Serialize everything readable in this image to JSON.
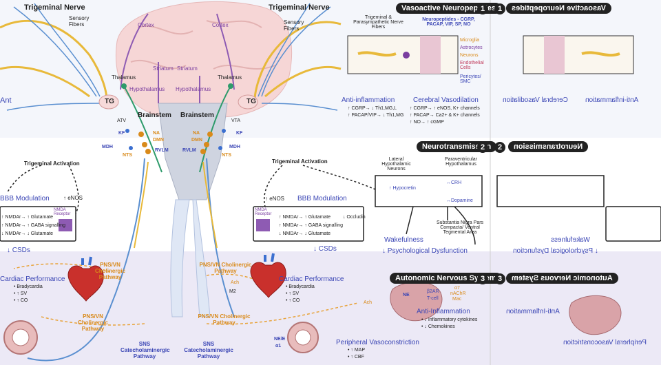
{
  "title_trigeminal": "Trigeminal Nerve",
  "sensory_fibers": "Sensory Fibers",
  "brain": {
    "cortex": "Cortex",
    "thalamus": "Thalamus",
    "striatum": "Striatum",
    "hypothalamus": "Hypothalamus",
    "brainstem": "Brainstem",
    "tg": "TG",
    "atv": "ATV",
    "vta": "VTA",
    "kf": "KF",
    "na": "NA",
    "dmn": "DMN",
    "mdh": "MDH",
    "nts": "NTS",
    "rvlm": "RVLM"
  },
  "left": {
    "anti_partial": "Ant",
    "trig_activation": "Trigeminal Activation",
    "enos": "↑ eNOS",
    "bbb": "BBB Modulation",
    "nmda": "NMDA Receptor",
    "glut1": "↑ NMDAr→ ↑ Glutamate",
    "gaba": "↑ NMDAr→ ↑ GABA signalling",
    "glut2": "↓ NMDAr→ ↓ Glutamate",
    "csds": "↓ CSDs",
    "pnsvn": "PNS/VN Cholinergic Pathway",
    "cardiac_partial": "Cardiac Performance",
    "brady": "• Bradycardia",
    "sv": "• ↑ SV",
    "co": "• ↑ CO",
    "pnsvn2": "PNS/VN Cholinergic Pathway",
    "sns": "SNS Catecholaminergic Pathway"
  },
  "panel1": {
    "number": "1",
    "title": "Vasoactive Neuropeptides",
    "fibers": "Trigeminal & Parasympathetic Nerve Fibers",
    "neuropeptides": "Neuropeptides - CGRP, PACAP, VIP, SP, NO",
    "microglia": "Microglia",
    "astrocytes": "Astrocytes",
    "neurons": "Neurons",
    "endothelial": "Endothelial Cells",
    "pericytes": "Pericytes/ SMC",
    "anti_inflammation": "Anti-inflammation",
    "ai1": "↑ CGRP→ ↓ Th1,MG,L",
    "ai2": "↑ PACAP/VIP→ ↓ Th1,MG",
    "vaso": "Cerebral Vasodilation",
    "v1": "↑ CGRP→ ↑ eNOS, K+ channels",
    "v2": "↑ PACAP→ Ca2+ & K+ channels",
    "v3": "↑ NO→ ↑ cGMP"
  },
  "panel2": {
    "number": "2",
    "title": "Neurotransmission",
    "lateral": "Lateral Hypothalamic Neurons",
    "paraventricular": "Paraventricular Hypothalamus",
    "hypocretin": "↑ Hypocretin",
    "crh": "↔CRH",
    "dopamine": "↔Dopamine",
    "substantia": "Substantia Nigra Pars Compacta/ Ventral Tegmental Area",
    "wakefulness": "Wakefulness",
    "psych": "↓ Psychological Dysfunction"
  },
  "center": {
    "trig_activation": "Trigeminal Activation",
    "enos": "↑ eNOS",
    "bbb": "BBB Modulation",
    "nmda": "NMDA Receptor",
    "glut1": "↑ NMDAr→ ↑ Glutamate",
    "occludin": "↓ Occludin",
    "gaba": "↑ NMDAr→ ↑ GABA signalling",
    "glut2": "↓ NMDAr→ ↓ Glutamate",
    "csds": "↓ CSDs",
    "pnsvn": "PNS/VN Cholinergic Pathway",
    "cardiac": "Cardiac Performance",
    "brady": "• Bradycardia",
    "sv": "• ↑ SV",
    "co": "• ↑ CO",
    "ach": "Ach",
    "m2": "M2",
    "pnsvn2": "PNS/VN Cholinergic Pathway",
    "sns": "SNS Catecholaminergic Pathway",
    "ne": "NE/E",
    "a1": "α1",
    "periph": "Peripheral Vasoconstriction",
    "map": "• ↑ MAP",
    "cbf": "• ↑ CBF"
  },
  "panel3": {
    "number": "3",
    "title": "Autonomic Nervous System",
    "ach": "Ach",
    "ne": "NE",
    "t_cell": "T-cell",
    "b2ar": "β2AR",
    "a7": "α7",
    "nachr": "nAChR",
    "mac": "Mac",
    "anti": "Anti-Inflammation",
    "i1": "• ↓ Inflammatory cytokines",
    "i2": "• ↓ Chemokines"
  },
  "colors": {
    "blue_text": "#3b46b5",
    "purple_text": "#7a3ea0",
    "orange_text": "#d98a1a",
    "brain_pink": "#f6d6d6",
    "nerve_yellow": "#e8b93a",
    "nerve_blue": "#5a8fd0",
    "lavender_bg": "#ece9f6"
  }
}
